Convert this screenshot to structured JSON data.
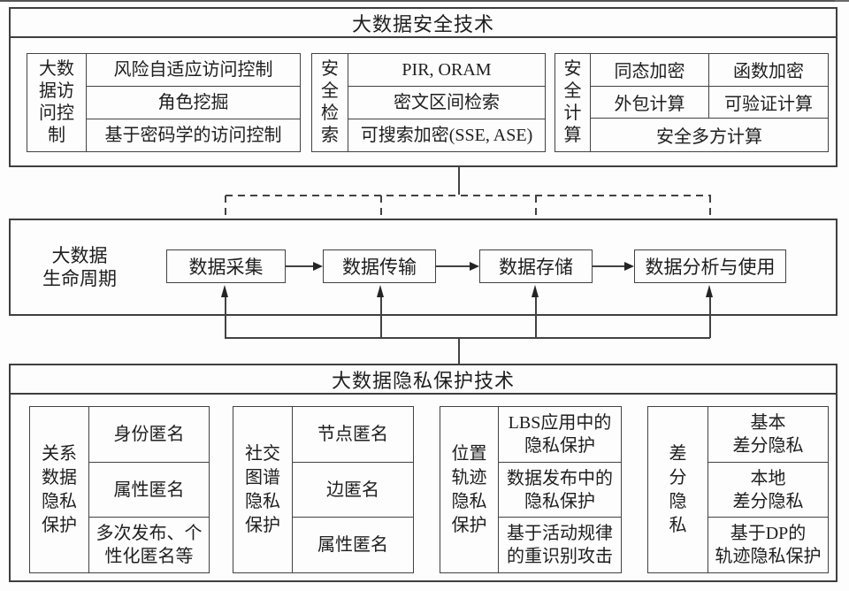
{
  "colors": {
    "background": "#fdfdfd",
    "line": "#424242",
    "text": "#1e1e1e"
  },
  "security": {
    "title": "大数据安全技术",
    "access_control": {
      "label": "大数\n据访\n问控\n制",
      "rows": [
        "风险自适应访问控制",
        "角色挖掘",
        "基于密码学的访问控制"
      ]
    },
    "secure_retrieval": {
      "label": "安\n全\n检\n索",
      "rows": [
        "PIR, ORAM",
        "密文区间检索",
        "可搜索加密(SSE, ASE)"
      ]
    },
    "secure_computation": {
      "label": "安\n全\n计\n算",
      "cells": [
        "同态加密",
        "函数加密",
        "外包计算",
        "可验证计算",
        "安全多方计算"
      ]
    }
  },
  "lifecycle": {
    "label": "大数据\n生命周期",
    "stages": [
      "数据采集",
      "数据传输",
      "数据存储",
      "数据分析与使用"
    ]
  },
  "privacy": {
    "title": "大数据隐私保护技术",
    "relational": {
      "label": "关系\n数据\n隐私\n保护",
      "rows": [
        "身份匿名",
        "属性匿名",
        "多次发布、个\n性化匿名等"
      ]
    },
    "social_graph": {
      "label": "社交\n图谱\n隐私\n保护",
      "rows": [
        "节点匿名",
        "边匿名",
        "属性匿名"
      ]
    },
    "location_trajectory": {
      "label": "位置\n轨迹\n隐私\n保护",
      "rows": [
        "LBS应用中的\n隐私保护",
        "数据发布中的\n隐私保护",
        "基于活动规律\n的重识别攻击"
      ]
    },
    "differential": {
      "label": "差\n分\n隐\n私",
      "rows": [
        "基本\n差分隐私",
        "本地\n差分隐私",
        "基于DP的\n轨迹隐私保护"
      ]
    }
  }
}
